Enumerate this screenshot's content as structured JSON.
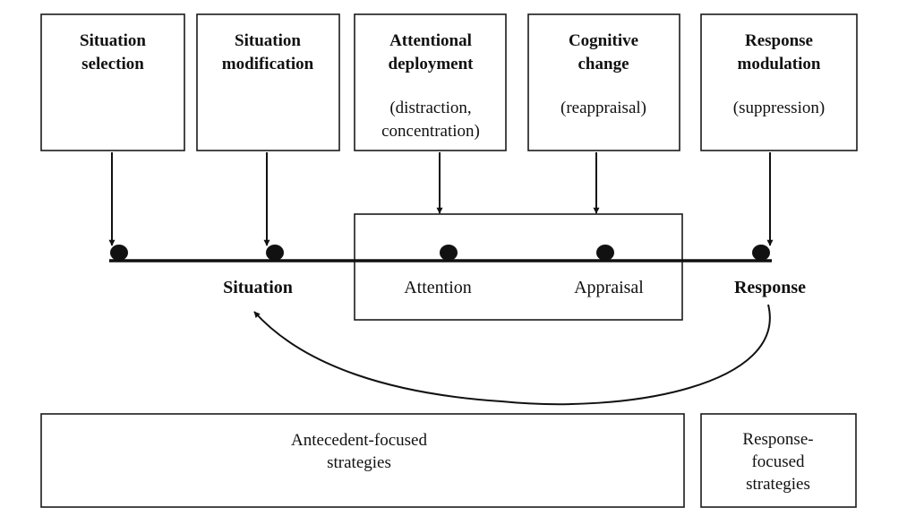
{
  "strategies": [
    {
      "name_lines": [
        "Situation",
        "selection"
      ],
      "detail_lines": []
    },
    {
      "name_lines": [
        "Situation",
        "modification"
      ],
      "detail_lines": []
    },
    {
      "name_lines": [
        "Attentional",
        "deployment"
      ],
      "detail_lines": [
        "(distraction,",
        "concentration)"
      ]
    },
    {
      "name_lines": [
        "Cognitive",
        "change"
      ],
      "detail_lines": [
        "(reappraisal)"
      ]
    },
    {
      "name_lines": [
        "Response",
        "modulation"
      ],
      "detail_lines": [
        "(suppression)"
      ]
    }
  ],
  "stages": {
    "situation": "Situation",
    "attention": "Attention",
    "appraisal": "Appraisal",
    "response": "Response"
  },
  "groups": {
    "antecedent": [
      "Antecedent-focused",
      "strategies"
    ],
    "response": [
      "Response-",
      "focused",
      "strategies"
    ]
  }
}
